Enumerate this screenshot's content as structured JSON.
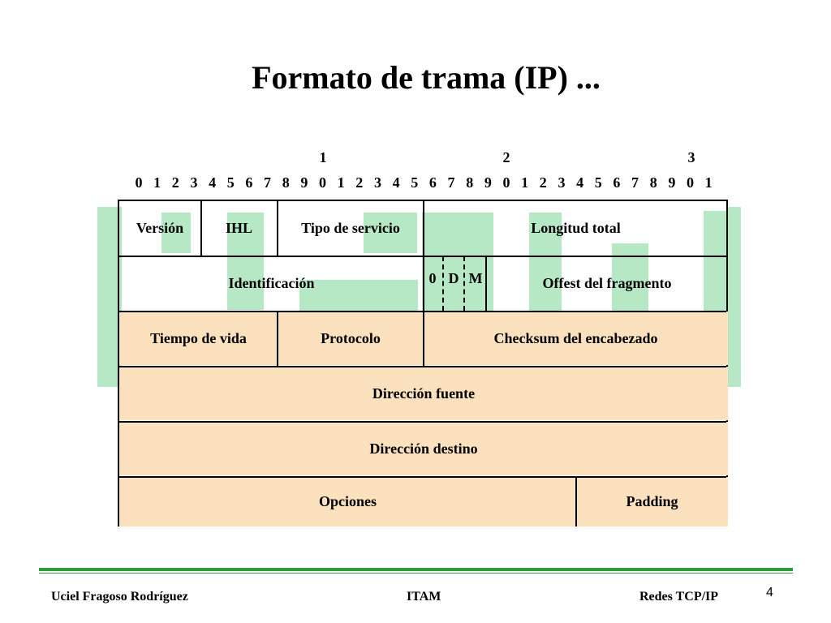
{
  "title": "Formato de trama (IP) ...",
  "bit_ruler": {
    "tens": [
      "1",
      "2",
      "3"
    ],
    "units": [
      "0",
      "1",
      "2",
      "3",
      "4",
      "5",
      "6",
      "7",
      "8",
      "9",
      "0",
      "1",
      "2",
      "3",
      "4",
      "5",
      "6",
      "7",
      "8",
      "9",
      "0",
      "1",
      "2",
      "3",
      "4",
      "5",
      "6",
      "7",
      "8",
      "9",
      "0",
      "1"
    ]
  },
  "fields": {
    "version": "Versión",
    "ihl": "IHL",
    "tos": "Tipo de servicio",
    "total_length": "Longitud total",
    "identification": "Identificación",
    "flag_zero": "0",
    "flag_d": "D",
    "flag_m": "M",
    "fragment_offset": "Offest del fragmento",
    "ttl": "Tiempo de vida",
    "protocol": "Protocolo",
    "checksum": "Checksum del encabezado",
    "source": "Dirección fuente",
    "destination": "Dirección destino",
    "options": "Opciones",
    "padding": "Padding"
  },
  "colors": {
    "header_fill": "#fbe1bd",
    "background_art": "#b6e8c6",
    "footer_rule": "#2e9a3e"
  },
  "footer": {
    "author": "Uciel Fragoso Rodríguez",
    "institution": "ITAM",
    "course": "Redes TCP/IP",
    "page": "4"
  }
}
